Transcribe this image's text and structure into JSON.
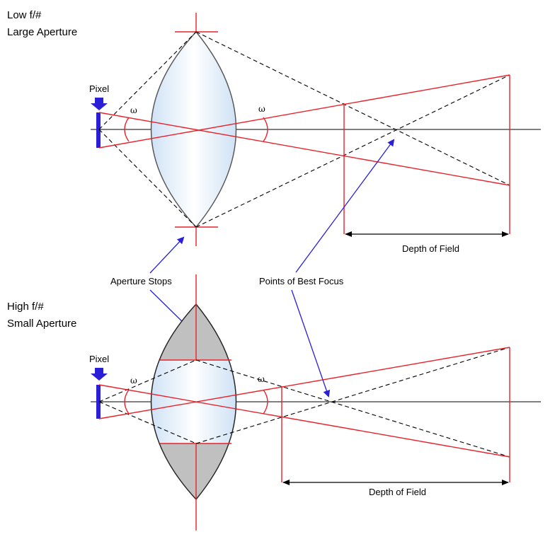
{
  "top_panel": {
    "title_line1": "Low f/#",
    "title_line2": "Large Aperture",
    "pixel_label": "Pixel",
    "angle_symbol": "ω",
    "dof_label": "Depth of Field"
  },
  "bottom_panel": {
    "title_line1": "High f/#",
    "title_line2": "Small Aperture",
    "pixel_label": "Pixel",
    "angle_symbol": "ω",
    "dof_label": "Depth of Field"
  },
  "callouts": {
    "aperture_stops": "Aperture Stops",
    "points_best_focus": "Points of Best Focus"
  },
  "colors": {
    "ray": "#e8222a",
    "pointer": "#2a1fd6",
    "pixel": "#2a1fd6",
    "stop_fill": "#c0c0c0",
    "lens_fill": "#dcebf7"
  }
}
